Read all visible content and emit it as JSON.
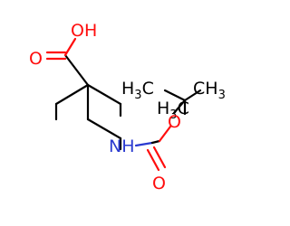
{
  "molecule": {
    "labels": {
      "oh": "OH",
      "o_carbonyl_acid": "O",
      "o_ester": "O",
      "o_carbonyl_carbamate": "O",
      "nh": "NH",
      "ch3_top_left": "H3C",
      "ch3_top_right": "CH3",
      "ch3_bottom": "H3C"
    },
    "colors": {
      "carbon": "#000000",
      "oxygen": "#ff0d0d",
      "nitrogen": "#2a3ad0"
    }
  }
}
